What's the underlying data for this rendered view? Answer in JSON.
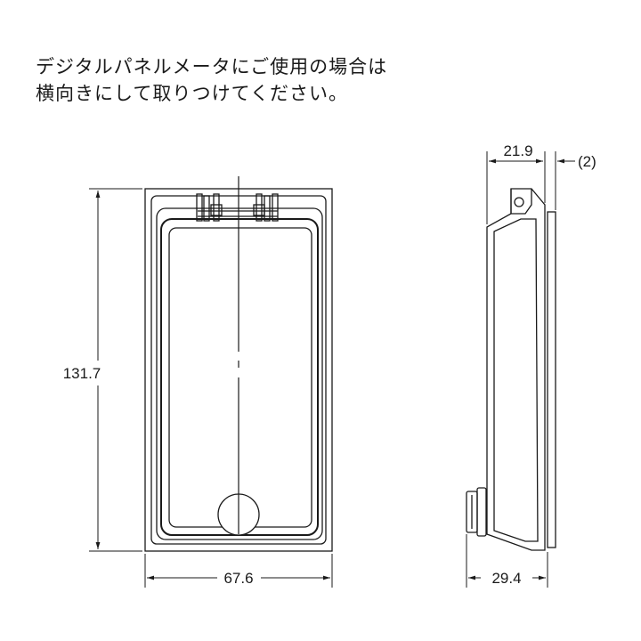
{
  "note": {
    "line1": "デジタルパネルメータにご使用の場合は",
    "line2": "横向きにして取りつけてください。"
  },
  "dimensions": {
    "height": "131.7",
    "width": "67.6",
    "depth_top": "21.9",
    "gap": "(2)",
    "depth_bottom": "29.4"
  },
  "colors": {
    "line": "#1a1a1a",
    "body_fill": "#ffffff"
  }
}
